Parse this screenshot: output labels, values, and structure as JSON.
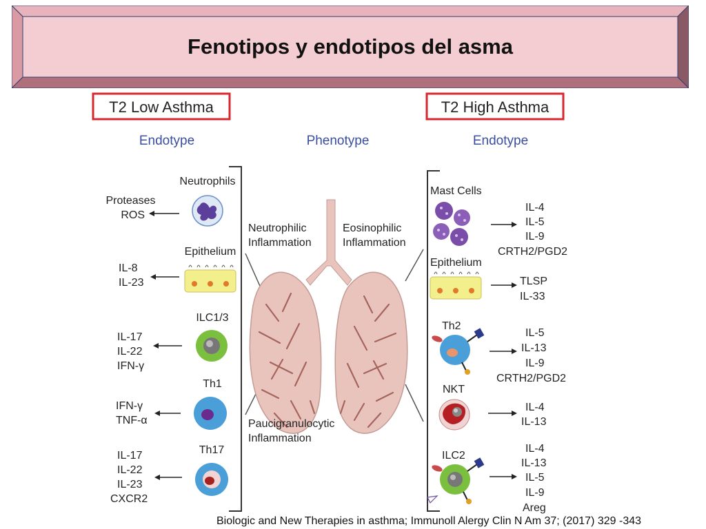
{
  "title": "Fenotipos y endotipos del asma",
  "citation": "Biologic and New Therapies in asthma; Immunoll Alergy Clin N Am 37; (2017) 329 -343",
  "colors": {
    "banner_fill": "#f4cdd2",
    "banner_border": "#2f3f74",
    "header_box": "#d7262e",
    "section_header": "#3a4ea0",
    "lung": "#e9c4bd",
    "lung_vein": "#a5645c",
    "cell_blue": "#4a9fd8",
    "cell_green": "#7bbf3f",
    "cell_purple": "#7a4ea8",
    "epithelium": "#f3ef8c"
  },
  "left": {
    "header": "T2 Low Asthma",
    "section": "Endotype",
    "groups": [
      {
        "cell": "Neutrophils",
        "icon": "neutrophil-cell-icon",
        "mediators": [
          "Proteases",
          "ROS"
        ]
      },
      {
        "cell": "Epithelium",
        "icon": "epithelium-cell-icon",
        "mediators": [
          "IL-8",
          "IL-23"
        ]
      },
      {
        "cell": "ILC1/3",
        "icon": "ilc-cell-icon",
        "mediators": [
          "IL-17",
          "IL-22",
          "IFN-γ"
        ]
      },
      {
        "cell": "Th1",
        "icon": "th1-cell-icon",
        "mediators": [
          "IFN-γ",
          "TNF-α"
        ]
      },
      {
        "cell": "Th17",
        "icon": "th17-cell-icon",
        "mediators": [
          "IL-17",
          "IL-22",
          "IL-23",
          "CXCR2"
        ]
      }
    ]
  },
  "center": {
    "section": "Phenotype",
    "labels": {
      "neutrophilic": [
        "Neutrophilic",
        "Inflammation"
      ],
      "eosinophilic": [
        "Eosinophilic",
        "Inflammation"
      ],
      "paucigranulocytic": [
        "Paucigranulocytic",
        "Inflammation"
      ]
    }
  },
  "right": {
    "header": "T2 High Asthma",
    "section": "Endotype",
    "groups": [
      {
        "cell": "Mast Cells",
        "icon": "mast-cells-icon",
        "mediators": [
          "IL-4",
          "IL-5",
          "IL-9",
          "CRTH2/PGD2"
        ]
      },
      {
        "cell": "Epithelium",
        "icon": "epithelium-cell-icon",
        "mediators": [
          "TLSP",
          "IL-33"
        ]
      },
      {
        "cell": "Th2",
        "icon": "th2-cell-icon",
        "mediators": [
          "IL-5",
          "IL-13",
          "IL-9",
          "CRTH2/PGD2"
        ]
      },
      {
        "cell": "NKT",
        "icon": "nkt-cell-icon",
        "mediators": [
          "IL-4",
          "IL-13"
        ]
      },
      {
        "cell": "ILC2",
        "icon": "ilc2-cell-icon",
        "mediators": [
          "IL-4",
          "IL-13",
          "IL-5",
          "IL-9",
          "Areg"
        ]
      }
    ]
  }
}
